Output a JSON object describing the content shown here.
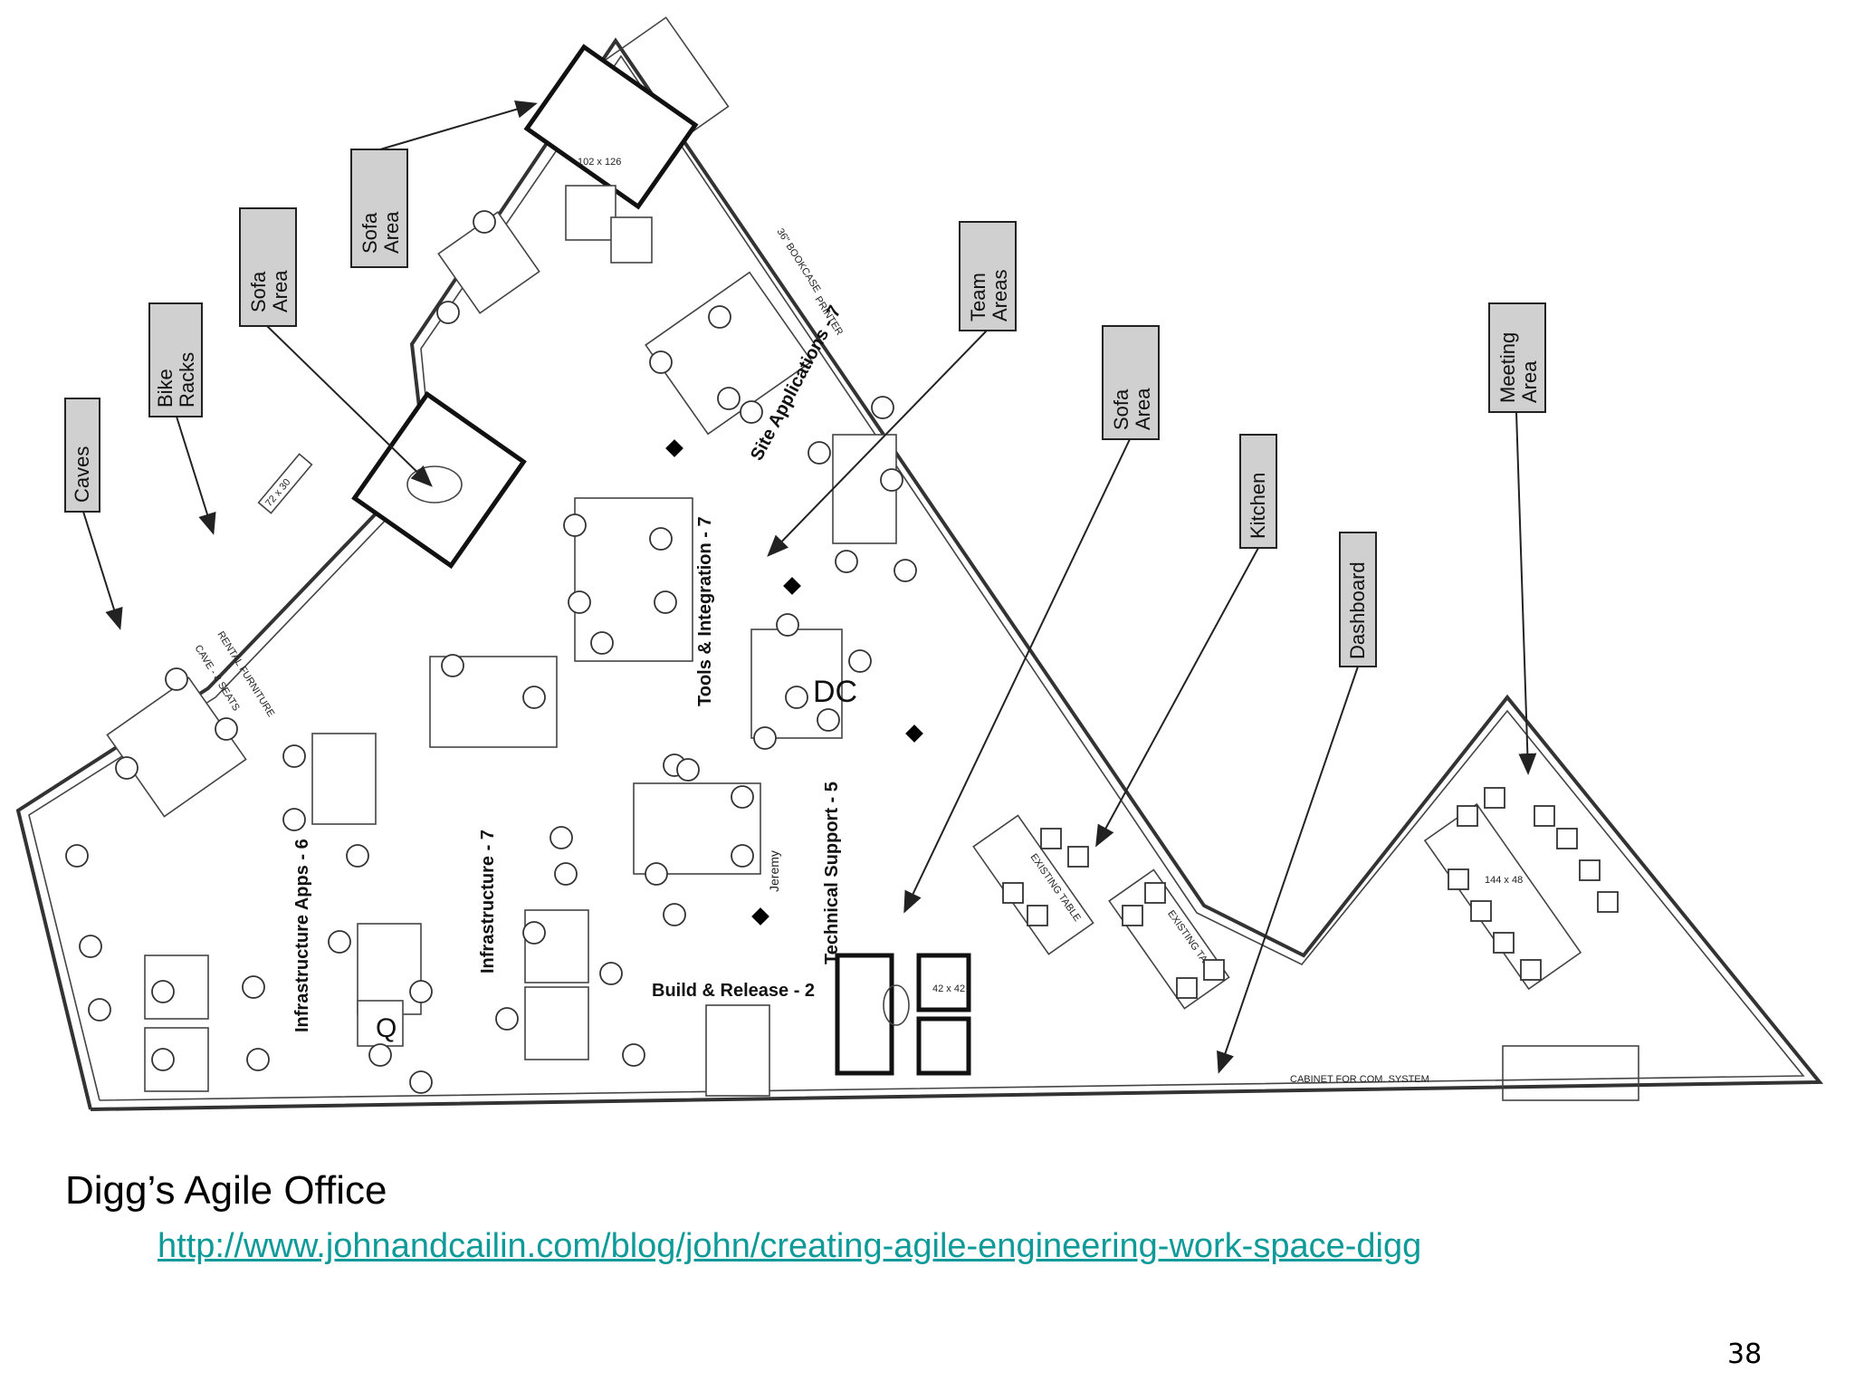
{
  "title": "Digg’s Agile Office",
  "link": "http://www.johnandcailin.com/blog/john/creating-agile-engineering-work-space-digg",
  "page_number": "38",
  "callouts": {
    "caves": "Caves",
    "bike_racks": [
      "Bike",
      "Racks"
    ],
    "sofa_area_1": [
      "Sofa",
      "Area"
    ],
    "sofa_area_2": [
      "Sofa",
      "Area"
    ],
    "team_areas": [
      "Team",
      "Areas"
    ],
    "sofa_area_3": [
      "Sofa",
      "Area"
    ],
    "kitchen": "Kitchen",
    "dashboard": "Dashboard",
    "meeting_area": [
      "Meeting",
      "Area"
    ]
  },
  "zones": {
    "infrastructure_apps": "Infrastructure Apps - 6",
    "infrastructure": "Infrastructure - 7",
    "tools_integration": "Tools & Integration - 7",
    "site_applications": "Site Applications - 7",
    "technical_support": "Technical Support - 5",
    "build_release": "Build & Release  - 2",
    "dc": "DC",
    "q": "Q",
    "jeremy": "Jeremy"
  },
  "plan_labels": {
    "cave_seats": "CAVE - 8 SEATS",
    "rental_furniture": "RENTAL FURNITURE",
    "existing_table_1": "EXISTING TABLE",
    "existing_table_2": "EXISTING TABLE",
    "cabinet": "CABINET FOR COM. SYSTEM",
    "printer": "PRINTER",
    "bookcase": "36\" BOOKCASE",
    "conf_table": "144 x 48",
    "sofa_dims_1": "102 x 126",
    "sofa_dims_2": "72 x 30",
    "sofa_dims_3": "42 x 42"
  }
}
